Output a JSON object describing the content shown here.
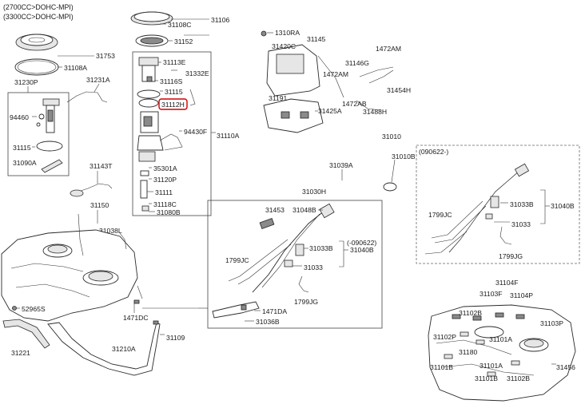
{
  "header": {
    "line1": "(2700CC>DOHC-MPI)",
    "line2": "(3300CC>DOHC-MPI)"
  },
  "variant_label": "(090622-)",
  "highlighted_part": "31112H",
  "labels": {
    "p31106": "31106",
    "p31108C": "31108C",
    "p31152": "31152",
    "p31753": "31753",
    "p31108A": "31108A",
    "p31230P": "31230P",
    "p31231A": "31231A",
    "p94460": "94460",
    "p31115_left": "31115",
    "p31090A": "31090A",
    "p31113E": "31113E",
    "p31332E": "31332E",
    "p31116S": "31116S",
    "p31115_mid": "31115",
    "p31112H": "31112H",
    "p94430F": "94430F",
    "p31110A": "31110A",
    "p35301A": "35301A",
    "p31120P": "31120P",
    "p31111": "31111",
    "p31118C": "31118C",
    "p31080B": "31080B",
    "p31143T": "31143T",
    "p31150": "31150",
    "p31038L": "31038L",
    "p52965S": "52965S",
    "p31221": "31221",
    "p1471DC": "1471DC",
    "p31109": "31109",
    "p31210A": "31210A",
    "p1310RA": "1310RA",
    "p31145": "31145",
    "p31420C": "31420C",
    "p1472AM_top": "1472AM",
    "p31146G": "31146G",
    "p1472AM_mid": "1472AM",
    "p31454H": "31454H",
    "p31191": "31191",
    "p1472AB": "1472AB",
    "p31425A": "31425A",
    "p31488H": "31488H",
    "p31010": "31010",
    "p31010B": "31010B",
    "p31039A": "31039A",
    "p31030H": "31030H",
    "p31453": "31453",
    "p31048B": "31048B",
    "p_090622": "(-090622)",
    "p31033B_mid": "31033B",
    "p31040B_mid": "31040B",
    "p1799JC_mid": "1799JC",
    "p31033_mid": "31033",
    "p1799JG_mid": "1799JG",
    "p1471DA": "1471DA",
    "p31036B": "31036B",
    "p1799JC_right": "1799JC",
    "p31033B_right": "31033B",
    "p31040B_right": "31040B",
    "p31033_right": "31033",
    "p1799JG_right": "1799JG",
    "p31104F": "31104F",
    "p31103F": "31103F",
    "p31104P": "31104P",
    "p31102B_top": "31102B",
    "p31103P": "31103P",
    "p31102P": "31102P",
    "p31101A_top": "31101A",
    "p31180": "31180",
    "p31101B_left": "31101B",
    "p31101A_bot": "31101A",
    "p31456": "31456",
    "p31101B_bot": "31101B",
    "p31102B_bot": "31102B"
  },
  "colors": {
    "highlight": "#d00000",
    "line": "#333333"
  }
}
